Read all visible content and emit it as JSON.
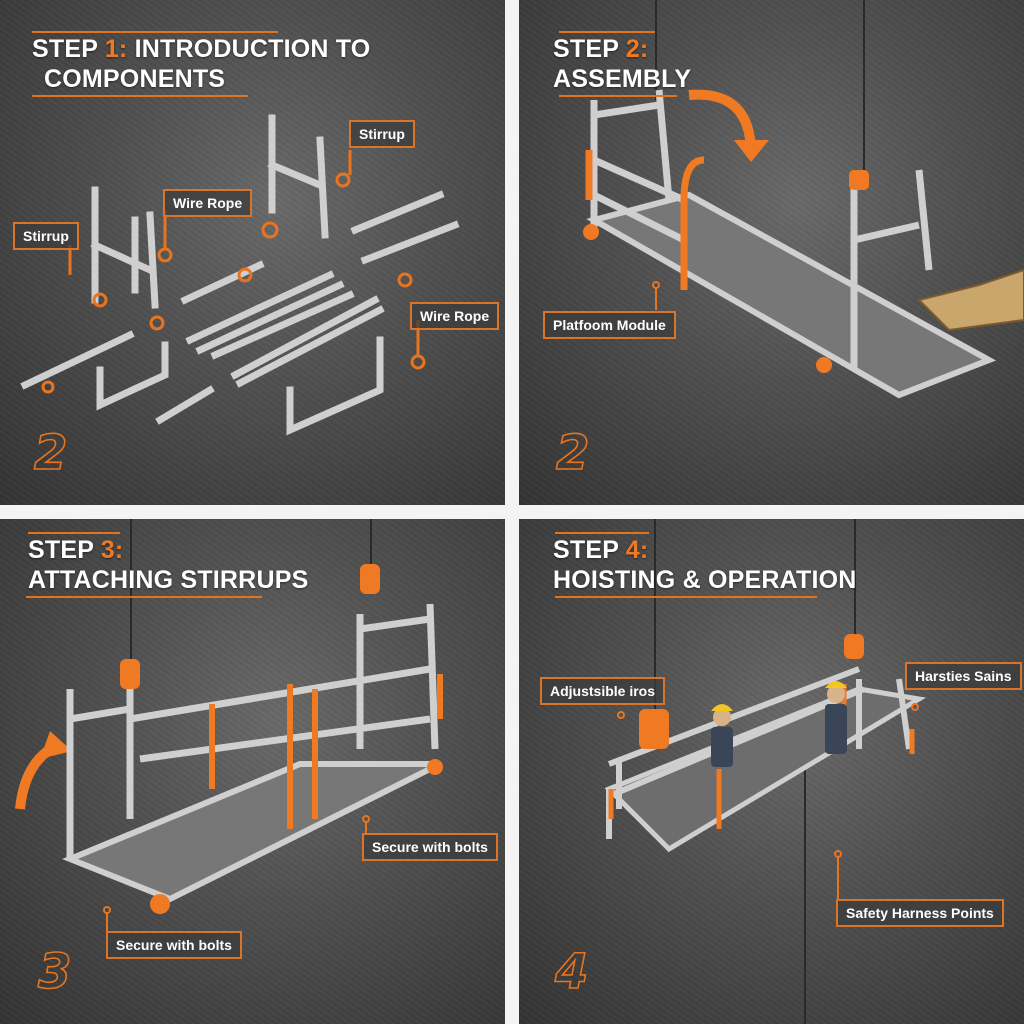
{
  "colors": {
    "accent": "#f07a24",
    "background": "#4a4a4a",
    "metal": "#bfbfbf",
    "text": "#ffffff"
  },
  "panels": [
    {
      "step_prefix": "STEP ",
      "step_number": "1:",
      "title_line1": "INTRODUCTION TO",
      "title_line2": "COMPONENTS",
      "corner_number": "2",
      "labels": [
        "Stirrup",
        "Wire Rope",
        "Stirrup",
        "Wire Rope"
      ]
    },
    {
      "step_prefix": "STEP ",
      "step_number": "2:",
      "title_line2": "ASSEMBLY",
      "corner_number": "2",
      "labels": [
        "Platfoom Module"
      ]
    },
    {
      "step_prefix": "STEP ",
      "step_number": "3:",
      "title_line2": "ATTACHING STIRRUPS",
      "corner_number": "3",
      "labels": [
        "Secure with bolts",
        "Secure with bolts"
      ]
    },
    {
      "step_prefix": "STEP ",
      "step_number": "4:",
      "title_line2": "HOISTING & OPERATION",
      "corner_number": "4",
      "labels": [
        "Adjustsible iros",
        "Harsties Sains",
        "Safety Harness Points"
      ]
    }
  ]
}
